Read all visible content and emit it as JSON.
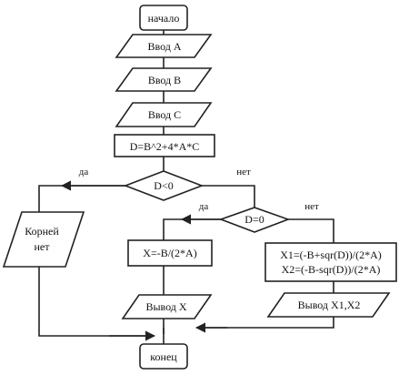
{
  "nodes": {
    "start": "начало",
    "input_a": "Ввод А",
    "input_b": "Ввод В",
    "input_c": "Ввод С",
    "discriminant": "D=B^2+4*A*C",
    "cond_d_lt_0": "D<0",
    "cond_d_eq_0": "D=0",
    "no_roots_line1": "Корней",
    "no_roots_line2": "нет",
    "single_root": "X=-B/(2*A)",
    "two_roots_line1": "X1=(-B+sqr(D))/(2*A)",
    "two_roots_line2": "X2=(-B-sqr(D))/(2*A)",
    "output_x": "Вывод X",
    "output_x1_x2": "Вывод X1,X2",
    "end": "конец"
  },
  "branch_labels": {
    "d_lt_0_yes": "да",
    "d_lt_0_no": "нет",
    "d_eq_0_yes": "да",
    "d_eq_0_no": "нет"
  },
  "colors": {
    "stroke": "#222222",
    "background": "#ffffff"
  }
}
